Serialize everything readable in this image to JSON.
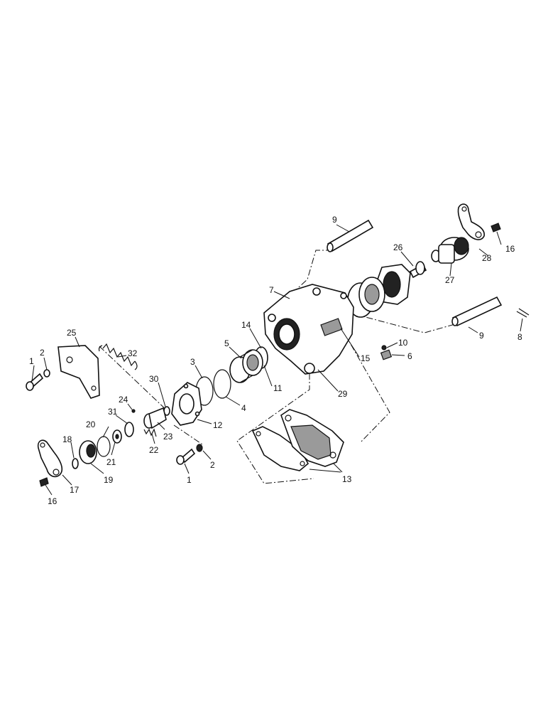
{
  "callouts": {
    "c1a": "1",
    "c1b": "1",
    "c2a": "2",
    "c2b": "2",
    "c3": "3",
    "c4": "4",
    "c5": "5",
    "c6": "6",
    "c7": "7",
    "c8": "8",
    "c9a": "9",
    "c9b": "9",
    "c10": "10",
    "c11": "11",
    "c12": "12",
    "c13": "13",
    "c14": "14",
    "c15": "15",
    "c16a": "16",
    "c16b": "16",
    "c17": "17",
    "c18": "18",
    "c19": "19",
    "c20": "20",
    "c21": "21",
    "c22": "22",
    "c23": "23",
    "c24": "24",
    "c25": "25",
    "c26": "26",
    "c27": "27",
    "c28": "28",
    "c29": "29",
    "c30": "30",
    "c31": "31",
    "c32": "32"
  }
}
